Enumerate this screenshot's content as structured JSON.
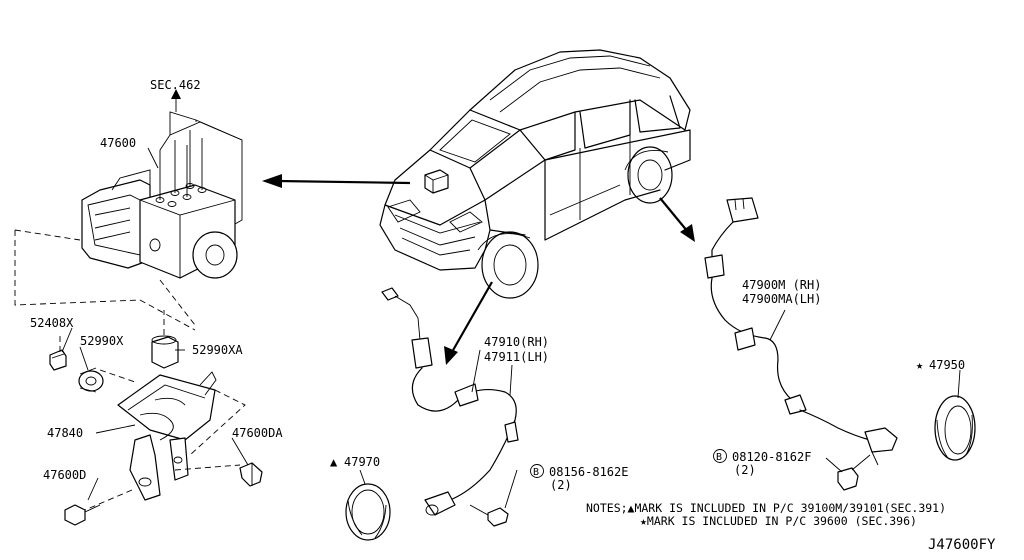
{
  "labels": {
    "sec462": "SEC.462",
    "p47600": "47600",
    "p52408X": "52408X",
    "p52990X": "52990X",
    "p52990XA": "52990XA",
    "p47840": "47840",
    "p47600DA": "47600DA",
    "p47600D": "47600D",
    "p47910": "47910(RH)",
    "p47911": "47911(LH)",
    "p47900M": "47900M (RH)",
    "p47900MA": "47900MA(LH)",
    "p47950": "47950",
    "p47970": "47970",
    "b08156": "08156-8162E",
    "b08156_qty": "(2)",
    "b08120": "08120-8162F",
    "b08120_qty": "(2)",
    "bolt_symbol": "B",
    "triangle_mark": "▲",
    "star_mark": "★"
  },
  "notes": {
    "line1": "NOTES;▲MARK IS INCLUDED IN P/C 39100M/39101(SEC.391)",
    "line2": "★MARK IS INCLUDED IN P/C 39600 (SEC.396)"
  },
  "diagram_id": "J47600FY"
}
